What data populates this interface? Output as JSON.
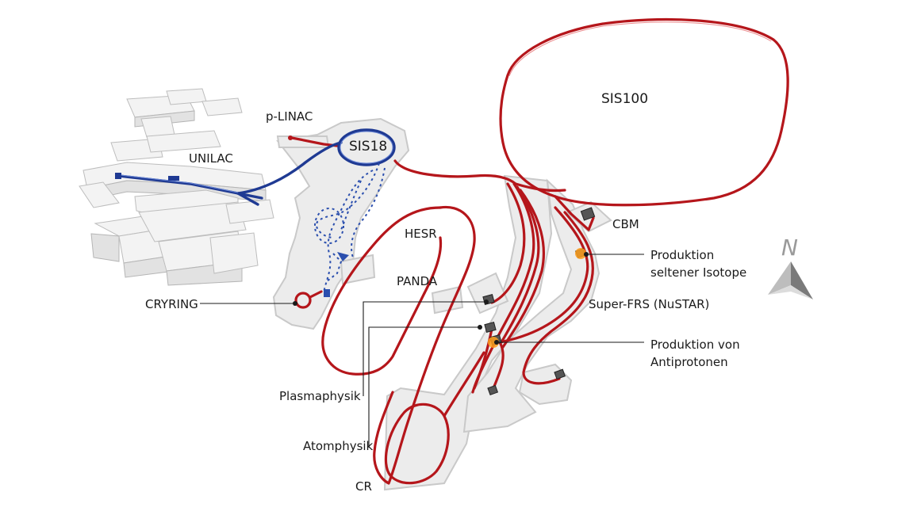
{
  "labels": {
    "sis100": "SIS100",
    "p_linac": "p-LINAC",
    "sis18": "SIS18",
    "unilac": "UNILAC",
    "hesr": "HESR",
    "panda": "PANDA",
    "cbm": "CBM",
    "cryring": "CRYRING",
    "super_frs": "Super-FRS (NuSTAR)",
    "cr": "CR",
    "plasmaphysik": "Plasmaphysik",
    "atomphysik": "Atomphysik",
    "isotope_line1": "Produktion",
    "isotope_line2": "seltener Isotope",
    "antiproton_line1": "Produktion von",
    "antiproton_line2": "Antiprotonen",
    "north": "N"
  },
  "colors": {
    "ring_red": "#b5161b",
    "beam_blue": "#1f3a93",
    "tunnel_grey": "#ececec",
    "production_glow": "#ff9f1c"
  },
  "icons": {
    "north_arrow": "compass-north-arrow-icon"
  }
}
